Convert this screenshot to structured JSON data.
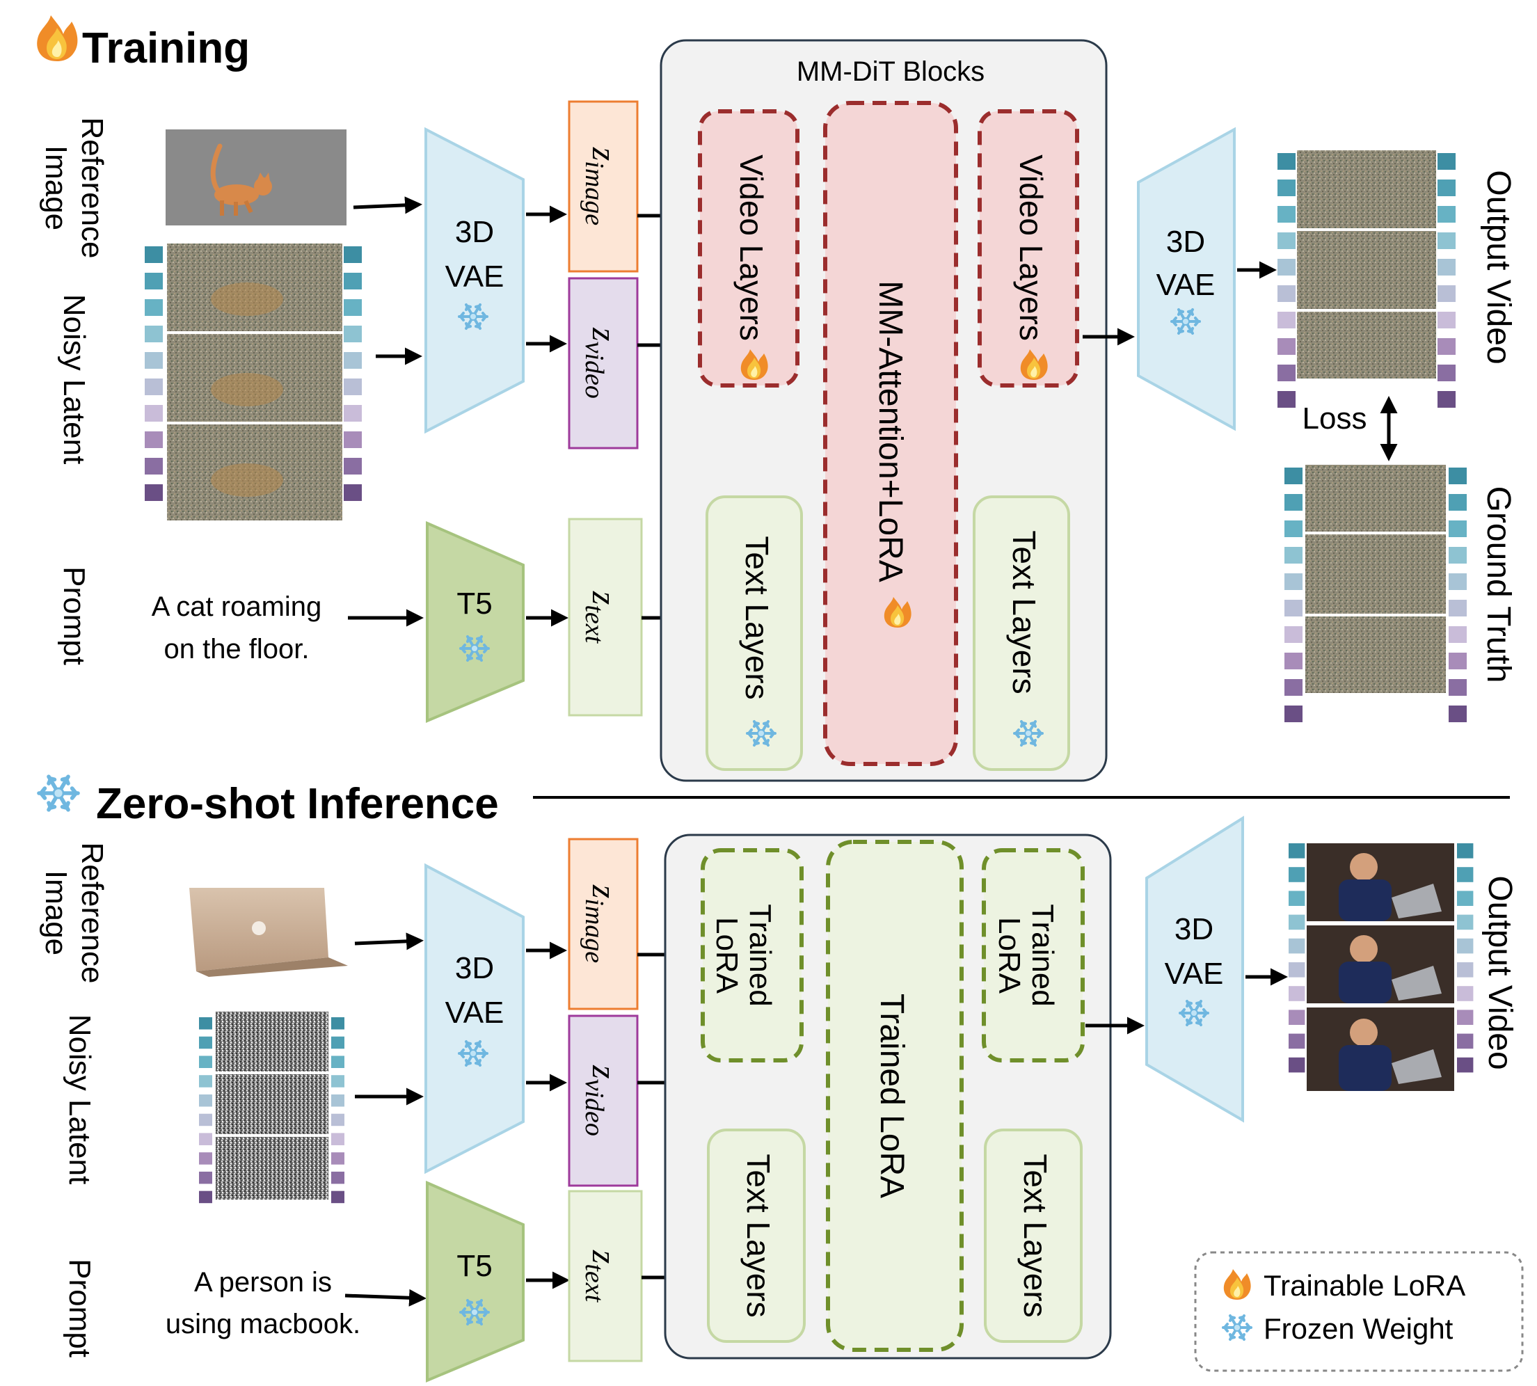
{
  "sections": {
    "training": {
      "title": "Training",
      "reference_label": "Reference Image",
      "reference_label_l1": "Reference",
      "reference_label_l2": "Image",
      "noisy_label": "Noisy Latent",
      "prompt_label": "Prompt",
      "prompt_text_l1": "A cat roaming",
      "prompt_text_l2": "on the floor.",
      "vae_in_l1": "3D",
      "vae_in_l2": "VAE",
      "t5": "T5",
      "z_image": "z",
      "z_image_sub": "image",
      "z_video": "z",
      "z_video_sub": "video",
      "z_text": "z",
      "z_text_sub": "text",
      "mmdit_title": "MM-DiT Blocks",
      "video_layers": "Video Layers",
      "text_layers": "Text Layers",
      "mm_attention": "MM-Attention+LoRA",
      "vae_out_l1": "3D",
      "vae_out_l2": "VAE",
      "output_video": "Output Video",
      "loss": "Loss",
      "ground_truth": "Ground Truth"
    },
    "inference": {
      "title": "Zero-shot Inference",
      "reference_label_l1": "Reference",
      "reference_label_l2": "Image",
      "noisy_label": "Noisy Latent",
      "prompt_label": "Prompt",
      "prompt_text_l1": "A person is",
      "prompt_text_l2": "using macbook.",
      "vae_in_l1": "3D",
      "vae_in_l2": "VAE",
      "t5": "T5",
      "trained_lora_l1": "Trained",
      "trained_lora_l2": "LoRA",
      "trained_lora_center": "Trained LoRA",
      "text_layers": "Text Layers",
      "vae_out_l1": "3D",
      "vae_out_l2": "VAE",
      "output_video": "Output Video"
    }
  },
  "legend": {
    "trainable": "Trainable LoRA",
    "frozen": "Frozen Weight"
  },
  "icons": {
    "trainable": "fire-icon",
    "frozen": "snowflake-icon"
  },
  "colors": {
    "vae_fill": "#daedf5",
    "vae_stroke": "#a9d4e6",
    "t5_fill": "#c5d8a4",
    "t5_stroke": "#a6c37e",
    "z_image_fill": "#fde6d6",
    "z_image_stroke": "#ed7d31",
    "z_video_fill": "#e4dcec",
    "z_video_stroke": "#9e3a9b",
    "z_text_fill": "#edf3e1",
    "z_text_stroke": "#c5d8a4",
    "mmdit_fill": "#f2f2f2",
    "mmdit_stroke": "#2b3a4a",
    "train_dash": "#9b2d2d",
    "train_fill": "#f4d6d6",
    "infer_dash": "#6f8f2a",
    "infer_fill": "#edf3e1"
  }
}
